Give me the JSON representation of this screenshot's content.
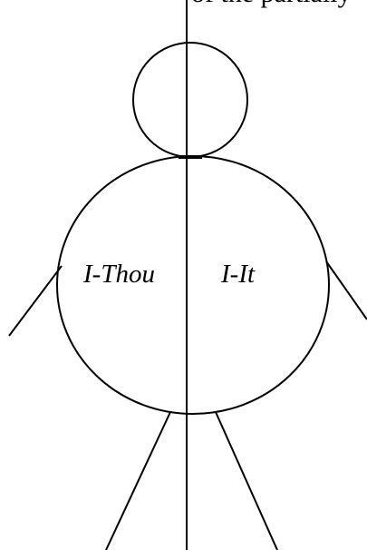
{
  "top_text": "of the partially",
  "labels": {
    "left": "I-Thou",
    "right": "I-It"
  }
}
